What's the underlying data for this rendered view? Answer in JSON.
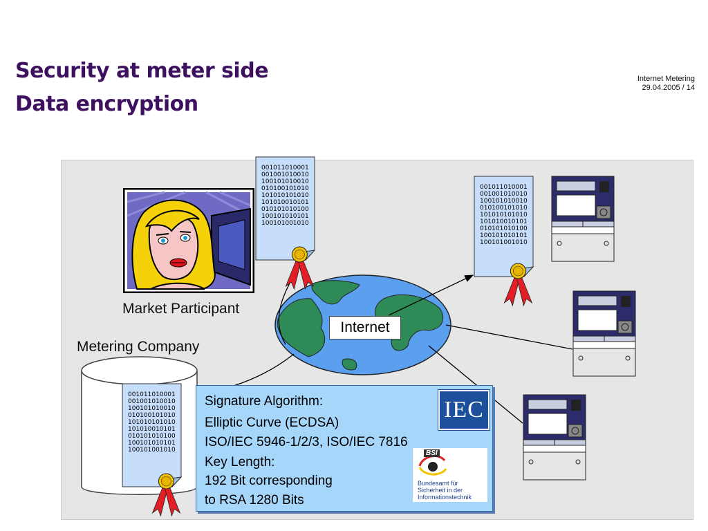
{
  "header": {
    "title_line1": "Security at meter side",
    "title_line2": "Data encryption",
    "meta_title": "Internet Metering",
    "meta_date_page": "29.04.2005 / 14"
  },
  "diagram": {
    "market_participant_label": "Market Participant",
    "metering_company_label": "Metering Company",
    "internet_label": "Internet",
    "binary_lines": [
      "001011010001",
      "001001010010",
      "100101010010",
      "010100101010",
      "101010101010",
      "101010010101",
      "010101010100",
      "100101010101",
      "100101001010"
    ]
  },
  "signature_box": {
    "line1": "Signature Algorithm:",
    "line2": "Elliptic Curve (ECDSA)",
    "line3": "ISO/IEC 5946-1/2/3, ISO/IEC 7816",
    "line4": "Key Length:",
    "line5": "192 Bit corresponding",
    "line6": "to RSA 1280 Bits",
    "iec_logo_text": "IEC",
    "bsi_logo_text": "BSI",
    "bsi_line1": "Bundesamt für",
    "bsi_line2": "Sicherheit in der",
    "bsi_line3": "Informationstechnik"
  },
  "colors": {
    "title": "#3d1060",
    "doc_fill": "#c7defa",
    "sig_box": "#a7d6fb",
    "globe_ocean": "#5aa0ee",
    "globe_land": "#2e8b57",
    "ribbon": "#e21f26",
    "seal": "#f3c300"
  }
}
